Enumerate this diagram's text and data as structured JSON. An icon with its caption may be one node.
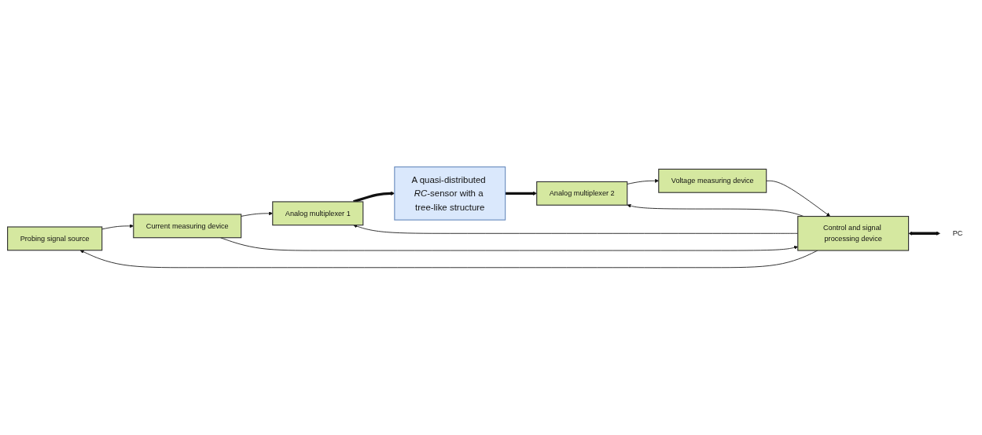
{
  "diagram": {
    "nodes": [
      {
        "text": [
          "Probing signal source"
        ]
      },
      {
        "text": [
          "Current measuring device"
        ]
      },
      {
        "text": [
          "Analog multiplexer 1"
        ]
      },
      {
        "text": [
          "A quasi-distributed *RC*-sensor with a tree-like structure"
        ]
      },
      {
        "text": [
          "Analog multiplexer 2"
        ]
      },
      {
        "text": [
          "Voltage measuring device"
        ]
      },
      {
        "text": [
          "Control and signal processing device"
        ]
      },
      {
        "text": [
          "PC"
        ]
      }
    ],
    "edges": [
      {
        "from": 0,
        "to": 1,
        "arrow": "to"
      },
      {
        "from": 1,
        "to": 2,
        "arrow": "to"
      },
      {
        "from": 2,
        "to": 3,
        "arrow": "to",
        "style": "thick"
      },
      {
        "from": 3,
        "to": 4,
        "arrow": "to",
        "style": "thick"
      },
      {
        "from": 4,
        "to": 5,
        "arrow": "to"
      },
      {
        "from": 6,
        "to": 0,
        "arrow": "to"
      },
      {
        "from": 1,
        "to": 6,
        "arrow": "to"
      },
      {
        "from": 6,
        "to": 2,
        "arrow": "to"
      },
      {
        "from": 6,
        "to": 4,
        "arrow": "to"
      },
      {
        "from": 5,
        "to": 6,
        "arrow": "to"
      },
      {
        "from": 6,
        "to": 7,
        "arrow": "both",
        "style": "thick"
      }
    ]
  }
}
